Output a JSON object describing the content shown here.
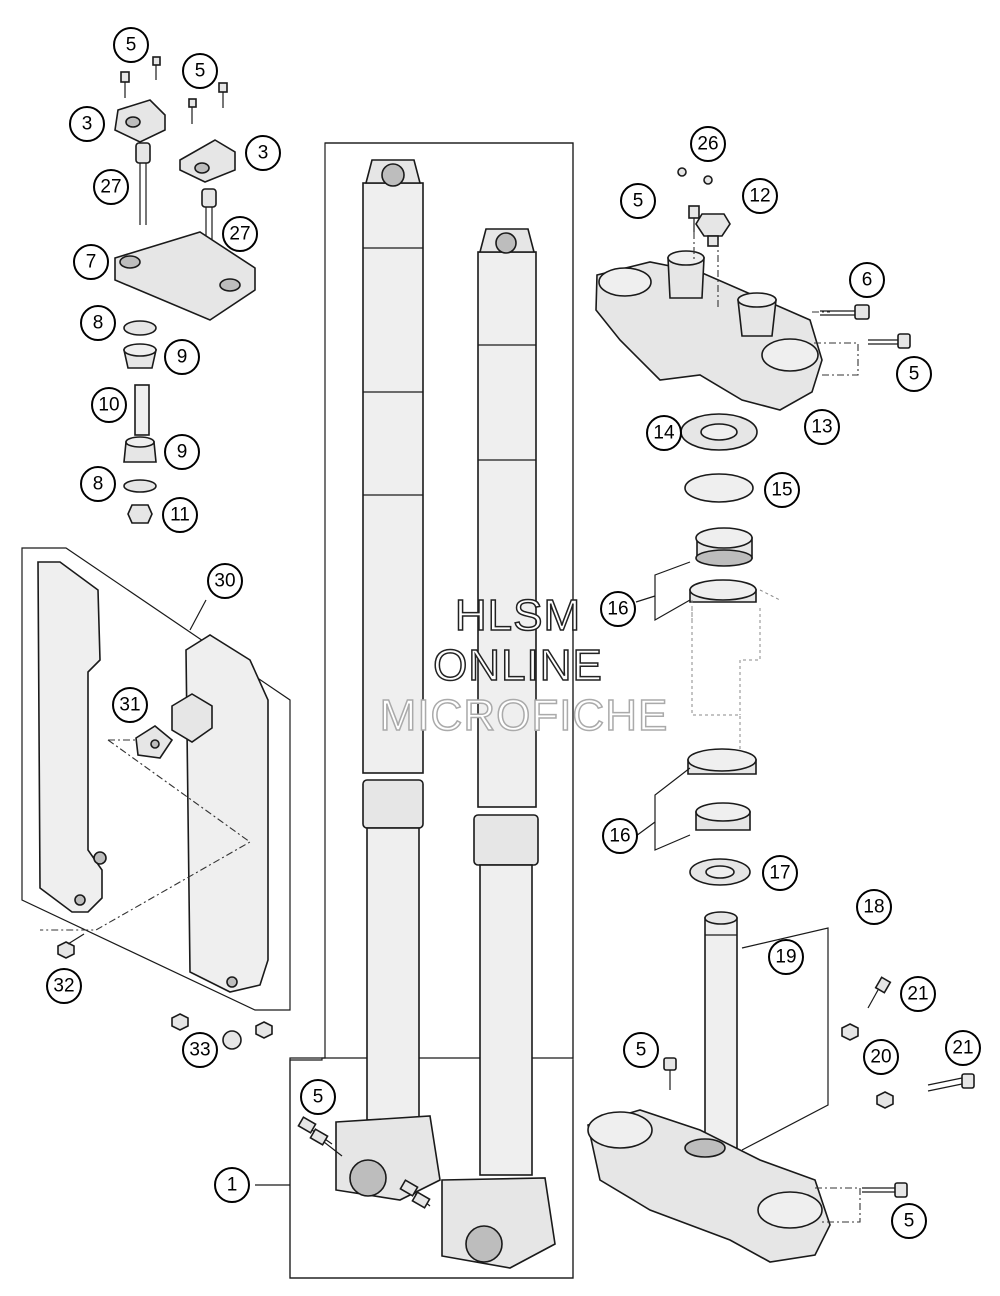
{
  "watermark": {
    "line1": "HLSM",
    "line2": "ONLINE",
    "line3": "MICROFICHE"
  },
  "callouts": [
    {
      "id": "c1",
      "label": "5"
    },
    {
      "id": "c2",
      "label": "5"
    },
    {
      "id": "c3",
      "label": "3"
    },
    {
      "id": "c4",
      "label": "3"
    },
    {
      "id": "c5",
      "label": "27"
    },
    {
      "id": "c6",
      "label": "27"
    },
    {
      "id": "c7",
      "label": "7"
    },
    {
      "id": "c8",
      "label": "8"
    },
    {
      "id": "c9",
      "label": "9"
    },
    {
      "id": "c10",
      "label": "10"
    },
    {
      "id": "c11",
      "label": "9"
    },
    {
      "id": "c12",
      "label": "8"
    },
    {
      "id": "c13",
      "label": "11"
    },
    {
      "id": "c14",
      "label": "30"
    },
    {
      "id": "c15",
      "label": "31"
    },
    {
      "id": "c16",
      "label": "32"
    },
    {
      "id": "c17",
      "label": "33"
    },
    {
      "id": "c18",
      "label": "26"
    },
    {
      "id": "c19",
      "label": "5"
    },
    {
      "id": "c20",
      "label": "12"
    },
    {
      "id": "c21",
      "label": "6"
    },
    {
      "id": "c22",
      "label": "5"
    },
    {
      "id": "c23",
      "label": "14"
    },
    {
      "id": "c24",
      "label": "13"
    },
    {
      "id": "c25",
      "label": "15"
    },
    {
      "id": "c26",
      "label": "16"
    },
    {
      "id": "c27",
      "label": "16"
    },
    {
      "id": "c28",
      "label": "17"
    },
    {
      "id": "c29",
      "label": "18"
    },
    {
      "id": "c30",
      "label": "19"
    },
    {
      "id": "c31",
      "label": "21"
    },
    {
      "id": "c32",
      "label": "20"
    },
    {
      "id": "c33",
      "label": "21"
    },
    {
      "id": "c34",
      "label": "5"
    },
    {
      "id": "c35",
      "label": "5"
    },
    {
      "id": "c36",
      "label": "5"
    },
    {
      "id": "c37",
      "label": "1"
    }
  ]
}
